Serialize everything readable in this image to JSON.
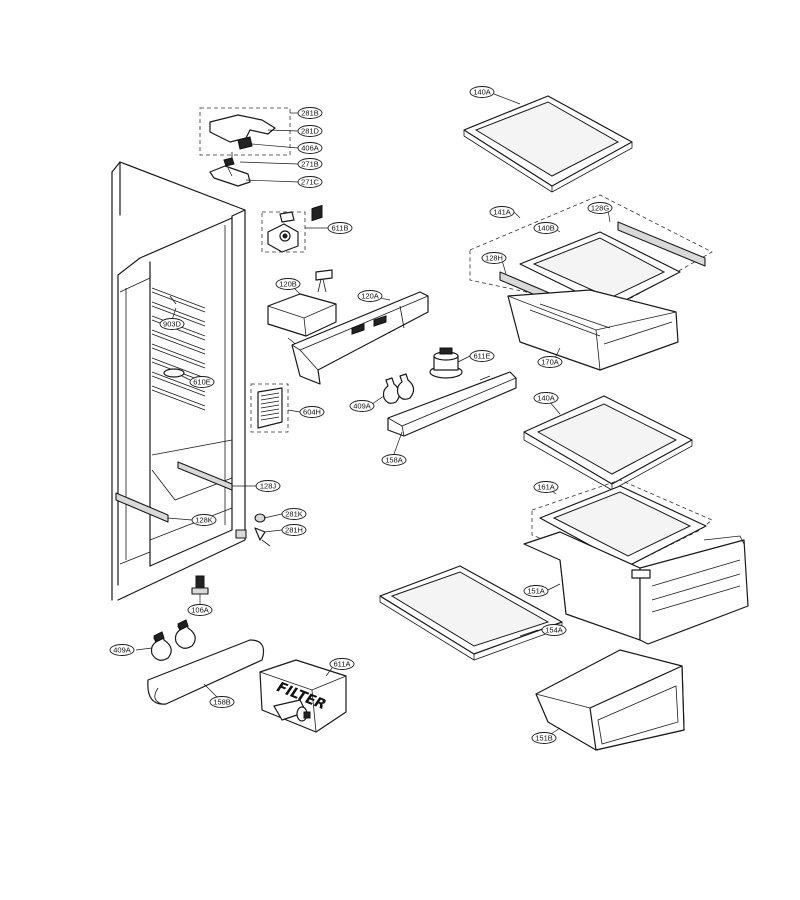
{
  "labels": [
    {
      "id": "lbl-281b",
      "text": "281B"
    },
    {
      "id": "lbl-281d",
      "text": "281D"
    },
    {
      "id": "lbl-406a",
      "text": "406A"
    },
    {
      "id": "lbl-271b",
      "text": "271B"
    },
    {
      "id": "lbl-271c",
      "text": "271C"
    },
    {
      "id": "lbl-611b",
      "text": "611B"
    },
    {
      "id": "lbl-120b",
      "text": "120B"
    },
    {
      "id": "lbl-120a",
      "text": "120A"
    },
    {
      "id": "lbl-903d",
      "text": "903D"
    },
    {
      "id": "lbl-610e",
      "text": "610E"
    },
    {
      "id": "lbl-604h",
      "text": "604H"
    },
    {
      "id": "lbl-128j",
      "text": "128J"
    },
    {
      "id": "lbl-128k",
      "text": "128K"
    },
    {
      "id": "lbl-281k",
      "text": "281K"
    },
    {
      "id": "lbl-281h",
      "text": "281H"
    },
    {
      "id": "lbl-106a",
      "text": "106A"
    },
    {
      "id": "lbl-409a-1",
      "text": "409A"
    },
    {
      "id": "lbl-158b",
      "text": "158B"
    },
    {
      "id": "lbl-611a",
      "text": "611A"
    },
    {
      "id": "lbl-409a-2",
      "text": "409A"
    },
    {
      "id": "lbl-158a",
      "text": "158A"
    },
    {
      "id": "lbl-611e",
      "text": "611E"
    },
    {
      "id": "lbl-140a-1",
      "text": "140A"
    },
    {
      "id": "lbl-141a",
      "text": "141A"
    },
    {
      "id": "lbl-128g",
      "text": "128G"
    },
    {
      "id": "lbl-140b",
      "text": "140B"
    },
    {
      "id": "lbl-128h",
      "text": "128H"
    },
    {
      "id": "lbl-170a",
      "text": "170A"
    },
    {
      "id": "lbl-140a-2",
      "text": "140A"
    },
    {
      "id": "lbl-161a",
      "text": "161A"
    },
    {
      "id": "lbl-151a",
      "text": "151A"
    },
    {
      "id": "lbl-154a",
      "text": "154A"
    },
    {
      "id": "lbl-151b",
      "text": "151B"
    }
  ],
  "filter_box": {
    "print": "FILTER"
  }
}
